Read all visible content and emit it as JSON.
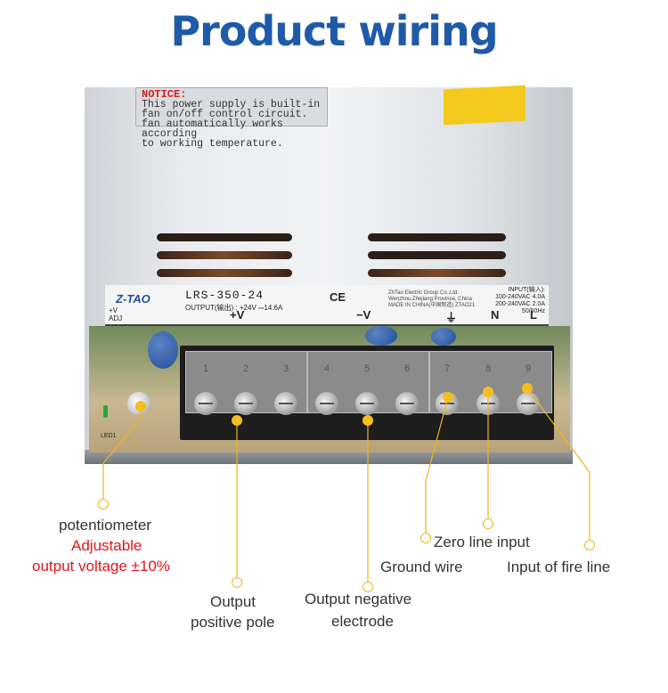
{
  "title": "Product wiring",
  "notice": {
    "heading": "NOTICE:",
    "lines": [
      "This power supply is built-in",
      "fan on/off control circuit.",
      "fan automatically works according",
      "to working temperature."
    ]
  },
  "label": {
    "brand": "Z-TAO",
    "model": "LRS-350-24",
    "output": "OUTPUT(输出) : +24V ⎓14.6A",
    "ce": "CE",
    "maker": "ZhTao Electric Group Co.,Ltd. Wenzhou,Zhejiang Province, China",
    "made_in": "MADE IN CHINA(中国制造)   ZTAO21",
    "input_lines": [
      "INPUT(输入):",
      "100-240VAC 4.0A",
      "200-240VAC 2.0A",
      "50/60Hz"
    ]
  },
  "terminal_labels": {
    "pos": "+V",
    "neg": "−V",
    "gnd": "⏚",
    "n": "N",
    "l": "L"
  },
  "adj_label": "+V\nADJ",
  "led_label": "LED1",
  "terminal_numbers": [
    "1",
    "2",
    "3",
    "4",
    "5",
    "6",
    "7",
    "8",
    "9"
  ],
  "annotations": {
    "potentiometer": "potentiometer",
    "adjustable": "Adjustable",
    "output_voltage": "output voltage ±10%",
    "output_positive_1": "Output",
    "output_positive_2": "positive pole",
    "output_negative_1": "Output  negative",
    "output_negative_2": "electrode",
    "ground": "Ground wire",
    "zero": "Zero line input",
    "fire": "Input of fire line"
  },
  "colors": {
    "title": "#1f5aa8",
    "accent": "#f3bf1e",
    "red": "#e0151a"
  }
}
